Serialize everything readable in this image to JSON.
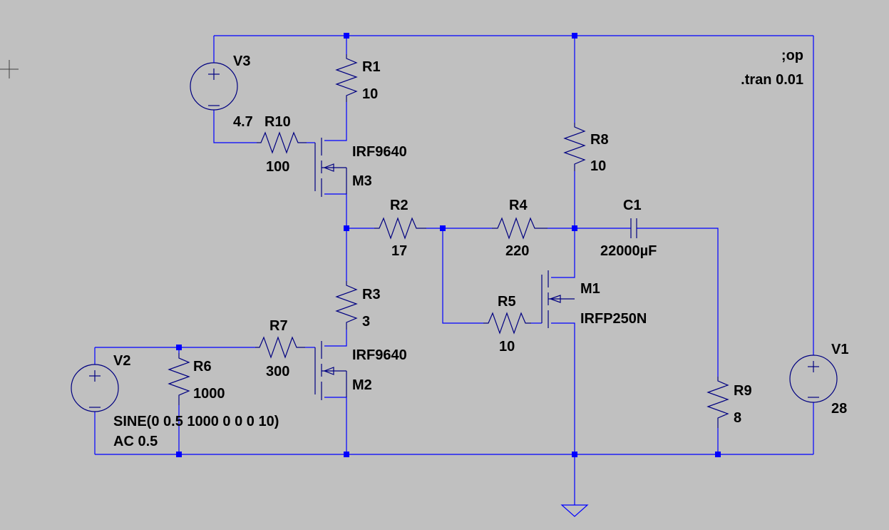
{
  "directives": [
    ";op",
    ".tran 0.01"
  ],
  "components": {
    "R1": {
      "name": "R1",
      "value": "10"
    },
    "R2": {
      "name": "R2",
      "value": "17"
    },
    "R3": {
      "name": "R3",
      "value": "3"
    },
    "R4": {
      "name": "R4",
      "value": "220"
    },
    "R5": {
      "name": "R5",
      "value": "10"
    },
    "R6": {
      "name": "R6",
      "value": "1000"
    },
    "R7": {
      "name": "R7",
      "value": "300"
    },
    "R8": {
      "name": "R8",
      "value": "10"
    },
    "R9": {
      "name": "R9",
      "value": "8"
    },
    "R10": {
      "name": "R10",
      "value": "100"
    },
    "C1": {
      "name": "C1",
      "value": "22000µF"
    },
    "M1": {
      "name": "M1",
      "model": "IRFP250N"
    },
    "M2": {
      "name": "M2",
      "model": "IRF9640"
    },
    "M3": {
      "name": "M3",
      "model": "IRF9640"
    },
    "V1": {
      "name": "V1",
      "value": "28"
    },
    "V2": {
      "name": "V2",
      "value": "SINE(0 0.5 1000 0 0 0 10)",
      "ac": "AC 0.5"
    },
    "V3": {
      "name": "V3",
      "value": "4.7"
    }
  },
  "colors": {
    "background": "#c0c0c0",
    "wire": "#0000ff",
    "component": "#000080",
    "text": "#000000"
  }
}
